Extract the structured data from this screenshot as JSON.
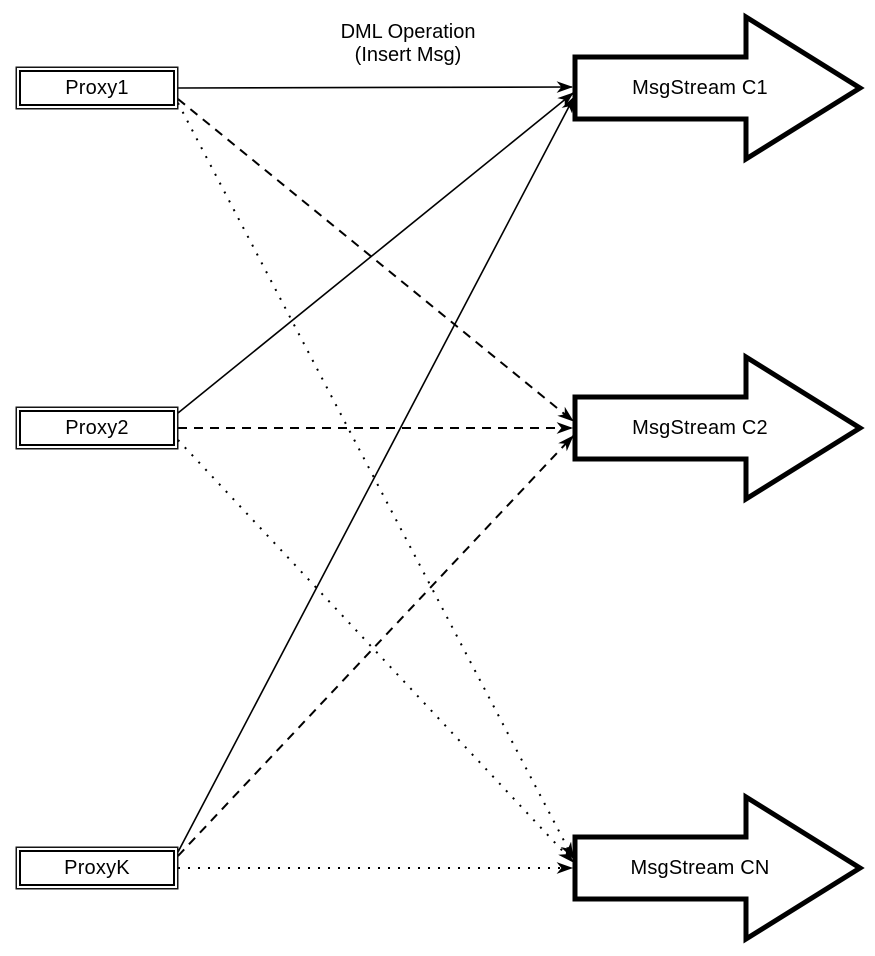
{
  "diagram": {
    "kind": "proxy-to-msgstream-fanout",
    "background_color": "#ffffff",
    "foreground_color": "#000000",
    "annotation": {
      "line1": "DML Operation",
      "line2": "(Insert Msg)"
    },
    "proxies": [
      {
        "id": "proxy1",
        "label": "Proxy1"
      },
      {
        "id": "proxy2",
        "label": "Proxy2"
      },
      {
        "id": "proxyk",
        "label": "ProxyK"
      }
    ],
    "streams": [
      {
        "id": "c1",
        "label": "MsgStream C1"
      },
      {
        "id": "c2",
        "label": "MsgStream C2"
      },
      {
        "id": "cn",
        "label": "MsgStream CN"
      }
    ],
    "edges": [
      {
        "from": "Proxy1",
        "to": "MsgStream C1",
        "style": "solid"
      },
      {
        "from": "Proxy2",
        "to": "MsgStream C1",
        "style": "solid"
      },
      {
        "from": "ProxyK",
        "to": "MsgStream C1",
        "style": "solid"
      },
      {
        "from": "Proxy1",
        "to": "MsgStream C2",
        "style": "dashed"
      },
      {
        "from": "Proxy2",
        "to": "MsgStream C2",
        "style": "dashed"
      },
      {
        "from": "ProxyK",
        "to": "MsgStream C2",
        "style": "dashed"
      },
      {
        "from": "Proxy1",
        "to": "MsgStream CN",
        "style": "dotted"
      },
      {
        "from": "Proxy2",
        "to": "MsgStream CN",
        "style": "dotted"
      },
      {
        "from": "ProxyK",
        "to": "MsgStream CN",
        "style": "dotted"
      }
    ]
  }
}
